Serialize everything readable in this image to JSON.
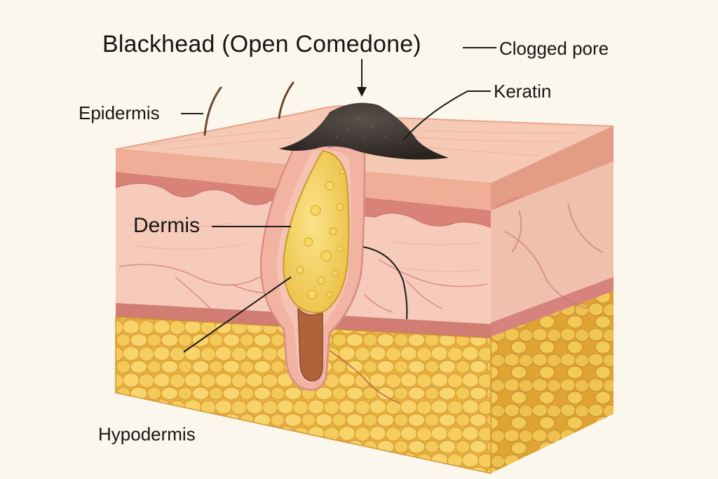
{
  "diagram": {
    "title": "Blackhead (Open Comedone)",
    "labels": {
      "clogged_pore": "Clogged pore",
      "keratin": "Keratin",
      "epidermis": "Epidermis",
      "dermis": "Dermis",
      "hypodermis": "Hypodermis"
    },
    "colors": {
      "background": "#fbf7ec",
      "epidermis": "#f2b9a3",
      "dermis": "#f6c6b6",
      "dermis_band": "#d98a83",
      "hypodermis": "#f2c65a",
      "sebum_plug": "#f4d873",
      "blackhead": "#3a3330",
      "follicle_base": "#b8683f"
    }
  }
}
